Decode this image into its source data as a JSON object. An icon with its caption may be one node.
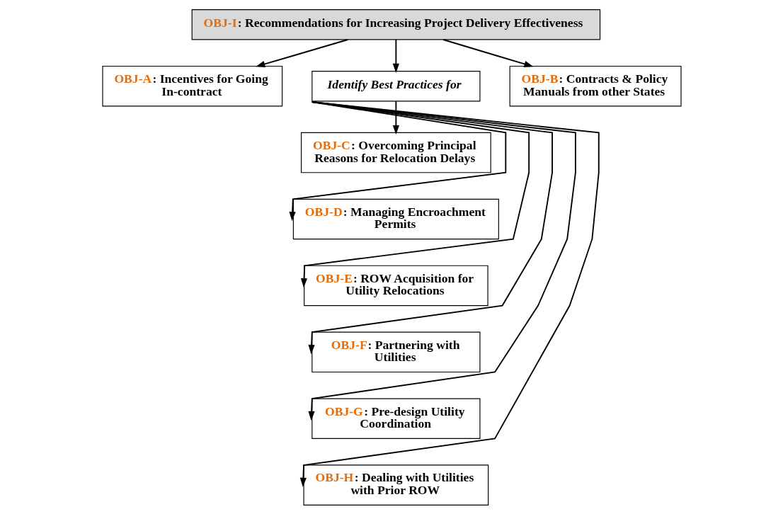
{
  "diagram": {
    "nodes": [
      {
        "text": [
          "OBJ-I: Recommendations for Increasing Project Delivery Effectiveness"
        ]
      },
      {
        "text": [
          "OBJ-A: Incentives for Going In-contract"
        ]
      },
      {
        "text": [
          "Identify Best Practices for"
        ]
      },
      {
        "text": [
          "OBJ-B: Contracts & Policy Manuals from other States"
        ]
      },
      {
        "text": [
          "OBJ-C: Overcoming Principal Reasons for Relocation Delays"
        ]
      },
      {
        "text": [
          "OBJ-D: Managing Encroachment Permits"
        ]
      },
      {
        "text": [
          "OBJ-E: ROW Acquisition for Utility Relocations"
        ]
      },
      {
        "text": [
          "OBJ-F: Partnering with Utilities"
        ]
      },
      {
        "text": [
          "OBJ-G: Pre-design Utility Coordination"
        ]
      },
      {
        "text": [
          "OBJ-H: Dealing with Utilities with Prior ROW"
        ]
      }
    ],
    "edges": [
      {
        "from": 0,
        "to": 1,
        "arrow": "to"
      },
      {
        "from": 0,
        "to": 2,
        "arrow": "to"
      },
      {
        "from": 0,
        "to": 3,
        "arrow": "to"
      },
      {
        "from": 2,
        "to": 4,
        "arrow": "to"
      },
      {
        "from": 2,
        "to": 5,
        "arrow": "to"
      },
      {
        "from": 2,
        "to": 6,
        "arrow": "to"
      },
      {
        "from": 2,
        "to": 7,
        "arrow": "to"
      },
      {
        "from": 2,
        "to": 8,
        "arrow": "to"
      },
      {
        "from": 2,
        "to": 9,
        "arrow": "to"
      }
    ]
  }
}
